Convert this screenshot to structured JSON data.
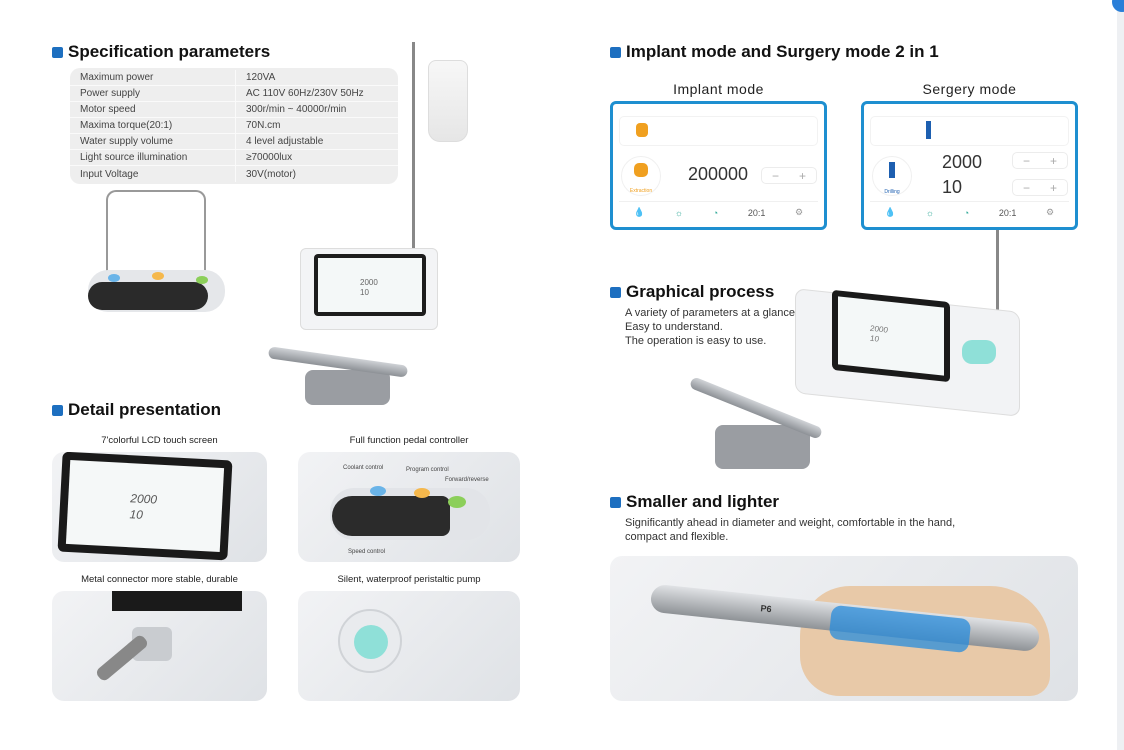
{
  "spec": {
    "title": "Specification parameters",
    "rows": [
      {
        "k": "Maximum power",
        "v": "120VA"
      },
      {
        "k": "Power supply",
        "v": "AC 110V 60Hz/230V 50Hz"
      },
      {
        "k": "Motor speed",
        "v": "300r/min ~ 40000r/min"
      },
      {
        "k": "Maxima torque(20:1)",
        "v": "70N.cm"
      },
      {
        "k": "Water supply volume",
        "v": "4 level adjustable"
      },
      {
        "k": "Light source illumination",
        "v": "≥70000lux"
      },
      {
        "k": "Input Voltage",
        "v": "30V(motor)"
      }
    ]
  },
  "console": {
    "speed": "2000",
    "torque": "10"
  },
  "detail": {
    "title": "Detail presentation",
    "items": [
      {
        "caption": "7'colorful LCD touch screen"
      },
      {
        "caption": "Full function pedal controller",
        "labels": [
          "Coolant control",
          "Program control",
          "Forward/reverse",
          "Speed control"
        ]
      },
      {
        "caption": "Metal connector more stable, durable"
      },
      {
        "caption": "Silent, waterproof peristaltic pump"
      }
    ]
  },
  "modes": {
    "title": "Implant mode and Surgery mode 2 in 1",
    "implant": {
      "label": "Implant mode",
      "value": "200000",
      "icon_label": "Extraction",
      "minus": "−",
      "plus": "+",
      "ratio": "20:1"
    },
    "surgery": {
      "label": "Sergery mode",
      "speed": "2000",
      "torque": "10",
      "icon_label": "Drilling",
      "minus": "−",
      "plus": "+",
      "ratio": "20:1"
    }
  },
  "graphical": {
    "title": "Graphical process",
    "lines": [
      "A variety of parameters at a glance.",
      "Easy to understand.",
      "The operation is easy to use."
    ]
  },
  "smaller": {
    "title": "Smaller and lighter",
    "lines": [
      "Significantly ahead in diameter and weight, comfortable in the hand,",
      "compact and flexible."
    ],
    "handpiece_text": "P6"
  },
  "colors": {
    "accent": "#1d6fc0",
    "screen_border": "#1e8fd0",
    "orange": "#f0a020",
    "teal": "#3aa88a"
  }
}
